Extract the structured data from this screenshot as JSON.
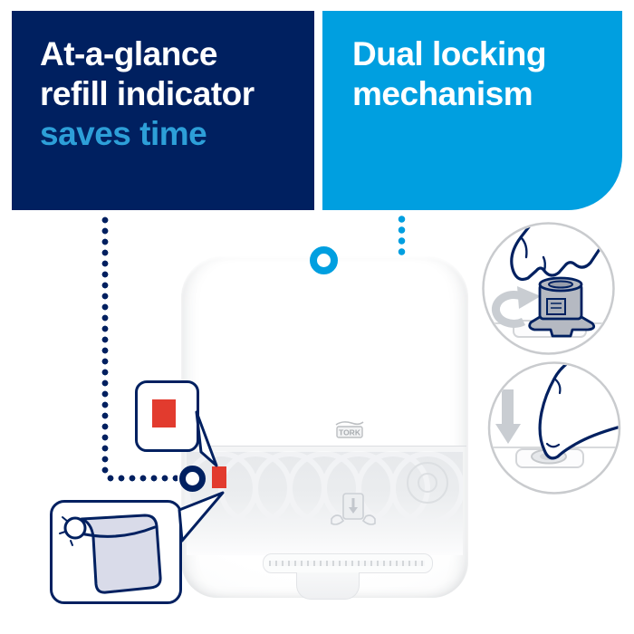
{
  "colors": {
    "navy": "#002060",
    "cyan": "#009FE0",
    "red": "#E23B2E",
    "accent": "#2D9FD8",
    "roll": "#D9DBE9"
  },
  "callout_refill": {
    "line1": "At-a-glance",
    "line2": "refill indicator",
    "line3": "saves time"
  },
  "callout_locking": {
    "line1": "Dual locking",
    "line2": "mechanism"
  },
  "dispenser": {
    "logo_text": "TORK"
  },
  "icons": {
    "refill_indicator": "red-refill-indicator-chip",
    "indicator_marker": "ring-marker",
    "paper_roll": "paper-towel-roll-illustration",
    "turn_key": "hand-turning-key-lock-illustration",
    "press_button": "finger-pressing-release-button-illustration",
    "hands_towel": "hands-pulling-towel-embossed-icon"
  }
}
